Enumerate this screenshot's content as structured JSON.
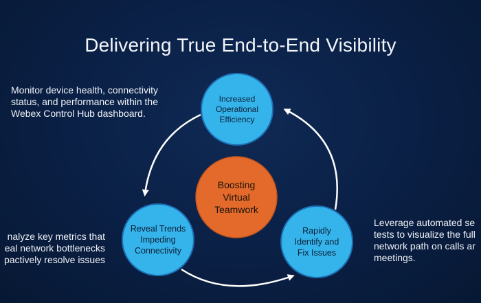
{
  "title": "Delivering True End-to-End Visibility",
  "notes": {
    "top_left": [
      "Monitor device health, connectivity",
      "status, and performance within the",
      "Webex Control Hub dashboard."
    ],
    "bottom_left": [
      "nalyze key metrics that",
      "eal network bottlenecks",
      "pactively resolve issues"
    ],
    "bottom_right": [
      "Leverage automated se",
      "tests to visualize the full",
      "network path on calls ar",
      "meetings."
    ]
  },
  "nodes": {
    "top": [
      "Increased",
      "Operational",
      "Efficiency"
    ],
    "left": [
      "Reveal Trends",
      "Impeding",
      "Connectivity"
    ],
    "right": [
      "Rapidly",
      "Identify and",
      "Fix Issues"
    ],
    "center": [
      "Boosting",
      "Virtual",
      "Teamwork"
    ]
  },
  "colors": {
    "background": "#0a1f44",
    "node_blue": "#34b4ea",
    "node_blue_border": "#1d6fb5",
    "center_orange": "#e36a2b",
    "arrow": "#ffffff"
  }
}
